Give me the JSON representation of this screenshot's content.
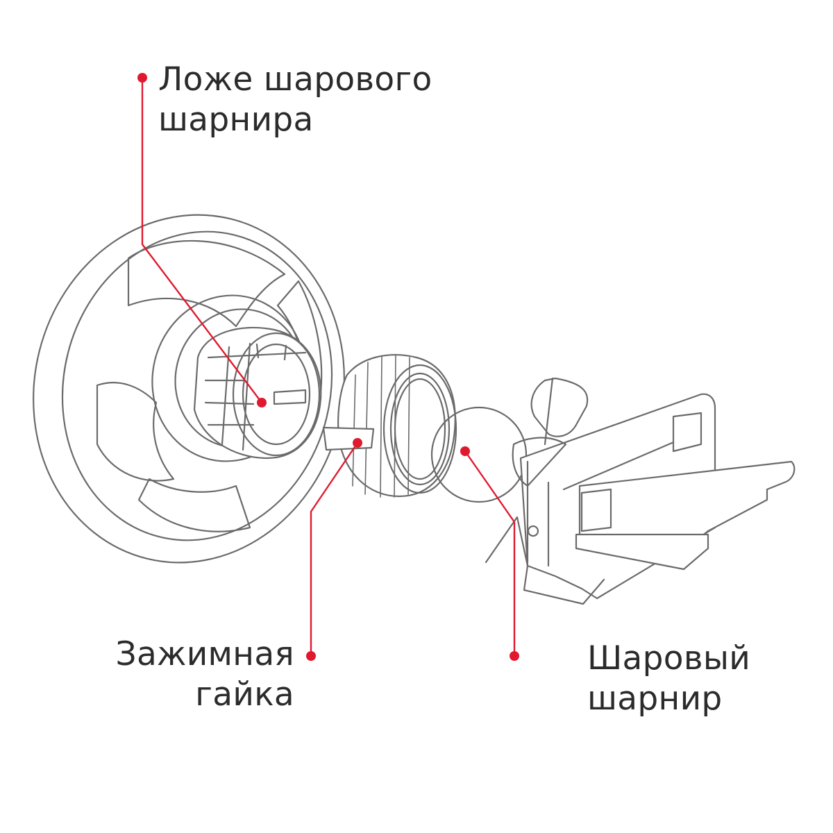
{
  "labels": {
    "ball_socket": {
      "line1": "Ложе шарового",
      "line2": "шарнира"
    },
    "clamp_nut": {
      "line1": "Зажимная",
      "line2": "гайка"
    },
    "ball_joint": {
      "line1": "Шаровый",
      "line2": "шарнир"
    }
  },
  "colors": {
    "leader": "#e0192f",
    "outline": "#6a6a6a",
    "text": "#2b2b2b"
  }
}
